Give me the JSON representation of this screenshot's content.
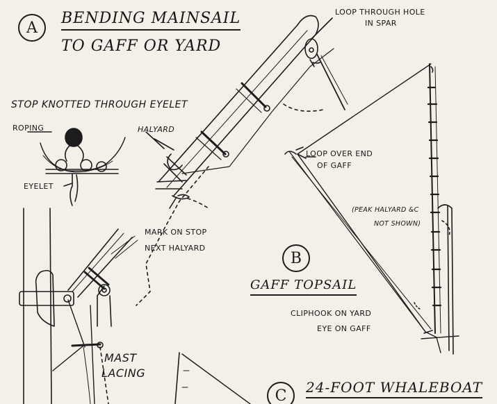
{
  "sections": {
    "a": {
      "letter": "A",
      "title_line1": "BENDING MAINSAIL",
      "title_line2": "TO GAFF OR YARD"
    },
    "b": {
      "letter": "B",
      "title": "GAFF TOPSAIL"
    },
    "c": {
      "letter": "C",
      "title": "24-FOOT WHALEBOAT"
    }
  },
  "labels": {
    "loop_through_hole": "LOOP THROUGH HOLE",
    "in_spar": "IN SPAR",
    "stop_knotted": "STOP KNOTTED THROUGH EYELET",
    "roping": "ROPING",
    "halyard": "HALYARD",
    "eyelet": "EYELET",
    "loop_over_end": "LOOP OVER END",
    "of_gaff": "OF GAFF",
    "peak_halyard": "(PEAK HALYARD &C",
    "not_shown": "NOT SHOWN)",
    "mark_on_stop": "MARK ON STOP",
    "next_halyard": "NEXT HALYARD",
    "cliphook": "CLIPHOOK ON YARD",
    "eye_on_gaff": "EYE ON GAFF",
    "mast": "MAST",
    "lacing": "LACING"
  }
}
